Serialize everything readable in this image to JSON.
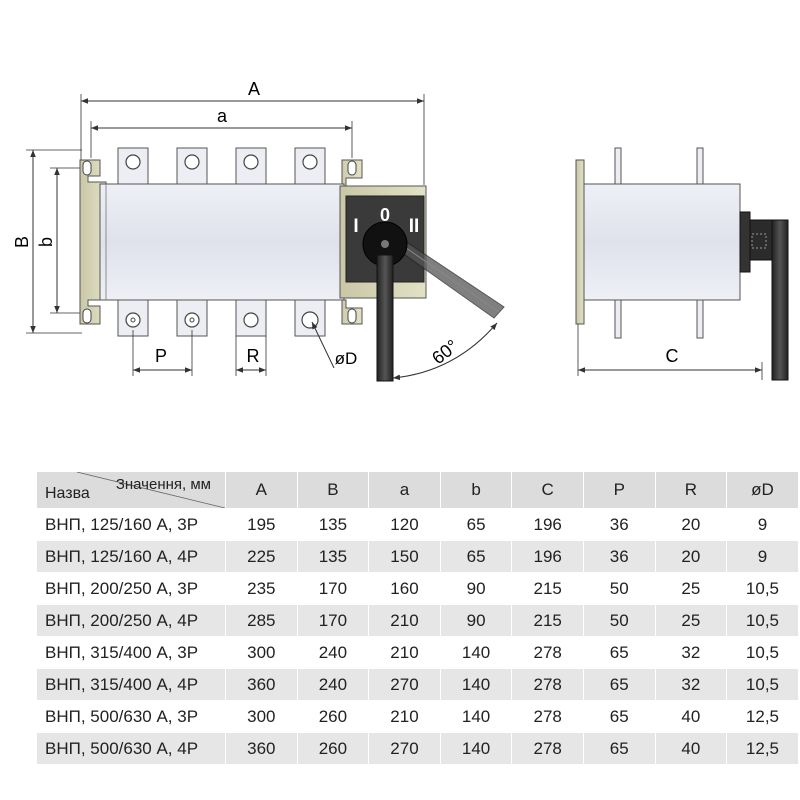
{
  "drawing": {
    "labels": {
      "A": "A",
      "a": "a",
      "B": "B",
      "b": "b",
      "C": "C",
      "P": "P",
      "R": "R",
      "D": "øD",
      "angle": "60°",
      "pos_I": "I",
      "pos_0": "0",
      "pos_II": "II"
    }
  },
  "table": {
    "corner_name": "Назва",
    "corner_values": "Значення, мм",
    "columns": [
      "A",
      "B",
      "a",
      "b",
      "C",
      "P",
      "R",
      "øD"
    ],
    "rows": [
      {
        "name": "ВНП, 125/160 А, 3Р",
        "values": [
          "195",
          "135",
          "120",
          "65",
          "196",
          "36",
          "20",
          "9"
        ]
      },
      {
        "name": "ВНП, 125/160 А, 4Р",
        "values": [
          "225",
          "135",
          "150",
          "65",
          "196",
          "36",
          "20",
          "9"
        ]
      },
      {
        "name": "ВНП, 200/250 А, 3Р",
        "values": [
          "235",
          "170",
          "160",
          "90",
          "215",
          "50",
          "25",
          "10,5"
        ]
      },
      {
        "name": "ВНП, 200/250 А, 4Р",
        "values": [
          "285",
          "170",
          "210",
          "90",
          "215",
          "50",
          "25",
          "10,5"
        ]
      },
      {
        "name": "ВНП, 315/400 А, 3Р",
        "values": [
          "300",
          "240",
          "210",
          "140",
          "278",
          "65",
          "32",
          "10,5"
        ]
      },
      {
        "name": "ВНП, 315/400 А, 4Р",
        "values": [
          "360",
          "240",
          "270",
          "140",
          "278",
          "65",
          "32",
          "10,5"
        ]
      },
      {
        "name": "ВНП, 500/630 А, 3Р",
        "values": [
          "300",
          "260",
          "210",
          "140",
          "278",
          "65",
          "40",
          "12,5"
        ]
      },
      {
        "name": "ВНП, 500/630 А, 4Р",
        "values": [
          "360",
          "260",
          "270",
          "140",
          "278",
          "65",
          "40",
          "12,5"
        ]
      }
    ]
  }
}
